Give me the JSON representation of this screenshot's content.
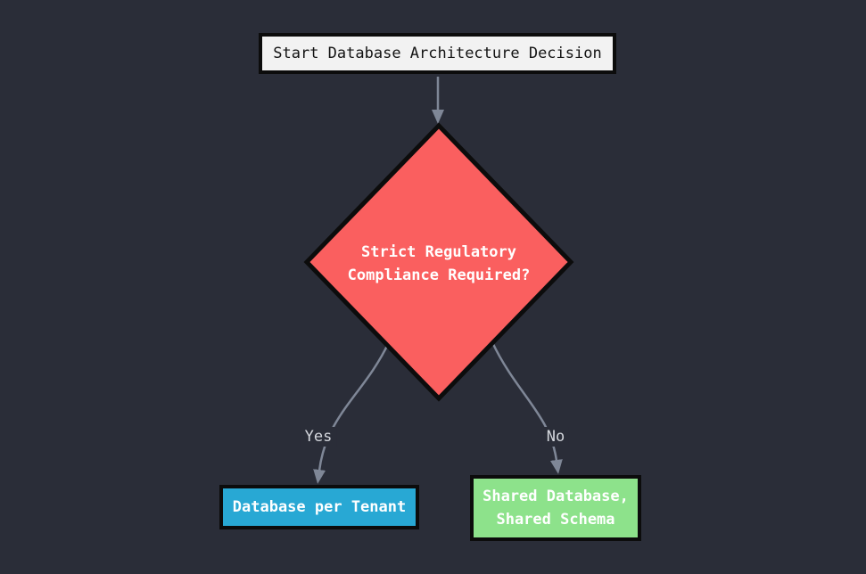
{
  "diagram": {
    "type": "flowchart",
    "direction": "top-down",
    "nodes": {
      "start": {
        "label": "Start Database Architecture Decision",
        "shape": "rectangle",
        "fill": "#f2f2f2",
        "text_color": "#141414"
      },
      "decision": {
        "label_line1": "Strict Regulatory",
        "label_line2": "Compliance Required?",
        "shape": "diamond",
        "fill": "#fa5f5f",
        "text_color": "#ffffff"
      },
      "yes_result": {
        "label": "Database per Tenant",
        "shape": "rectangle",
        "fill": "#28a8d4",
        "text_color": "#ffffff"
      },
      "no_result": {
        "label_line1": "Shared Database,",
        "label_line2": "Shared Schema",
        "shape": "rectangle",
        "fill": "#8de28b",
        "text_color": "#ffffff"
      }
    },
    "edges": [
      {
        "from": "start",
        "to": "decision",
        "label": ""
      },
      {
        "from": "decision",
        "to": "yes_result",
        "label": "Yes"
      },
      {
        "from": "decision",
        "to": "no_result",
        "label": "No"
      }
    ],
    "edge_labels": {
      "yes": "Yes",
      "no": "No"
    },
    "colors": {
      "background": "#2a2d38",
      "edge": "#7f8797",
      "edge_label_text": "#d4d7dd",
      "node_border": "#0c0c0c",
      "decision_fill": "#fa5f5f",
      "start_fill": "#f2f2f2",
      "yes_result_fill": "#28a8d4",
      "no_result_fill": "#8de28b"
    }
  }
}
